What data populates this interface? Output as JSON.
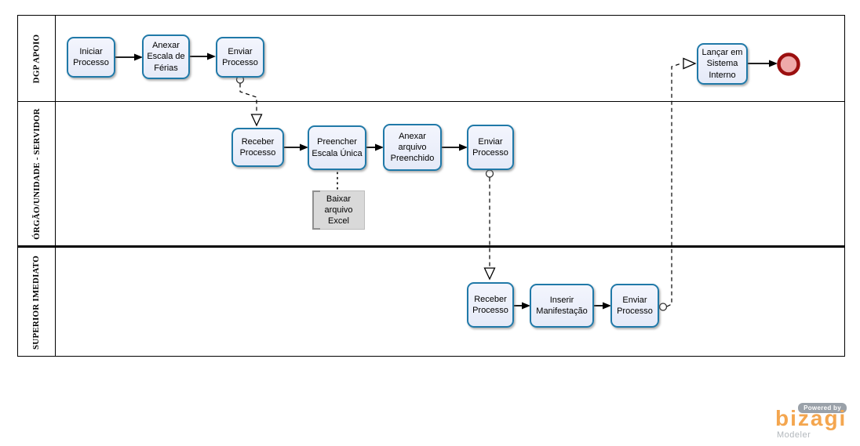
{
  "lanes": [
    {
      "label": "DGP APOIO"
    },
    {
      "label": "ÓRGÃO/UNIDADE - SERVIDOR"
    },
    {
      "label": "SUPERIOR IMEDIATO"
    }
  ],
  "nodes": {
    "iniciar_processo": {
      "label": "Iniciar Processo"
    },
    "anexar_escala_ferias": {
      "label": "Anexar Escala de Férias"
    },
    "enviar_processo_dgp": {
      "label": "Enviar Processo"
    },
    "receber_processo_servidor": {
      "label": "Receber Processo"
    },
    "preencher_escala_unica": {
      "label": "Preencher Escala Única"
    },
    "anexar_arquivo_preenchido": {
      "label": "Anexar arquivo Preenchido"
    },
    "enviar_processo_servidor": {
      "label": "Enviar Processo"
    },
    "baixar_arquivo_excel": {
      "label": "Baixar arquivo Excel"
    },
    "receber_processo_superior": {
      "label": "Receber Processo"
    },
    "inserir_manifestacao": {
      "label": "Inserir Manifestação"
    },
    "enviar_processo_superior": {
      "label": "Enviar Processo"
    },
    "lancar_sistema_interno": {
      "label": "Lançar em Sistema Interno"
    }
  },
  "branding": {
    "powered_by": "Powered by",
    "name": "bizagi",
    "product": "Modeler"
  },
  "colors": {
    "task_border": "#2079a8",
    "task_fill": "#e9eefa",
    "end_event_ring": "#9b0f0f",
    "end_event_fill": "#efa9a9",
    "annotation_fill": "#d9d9d9",
    "logo_orange": "#f4a64f",
    "logo_gray": "#b2b7bc",
    "line": "#000000"
  }
}
